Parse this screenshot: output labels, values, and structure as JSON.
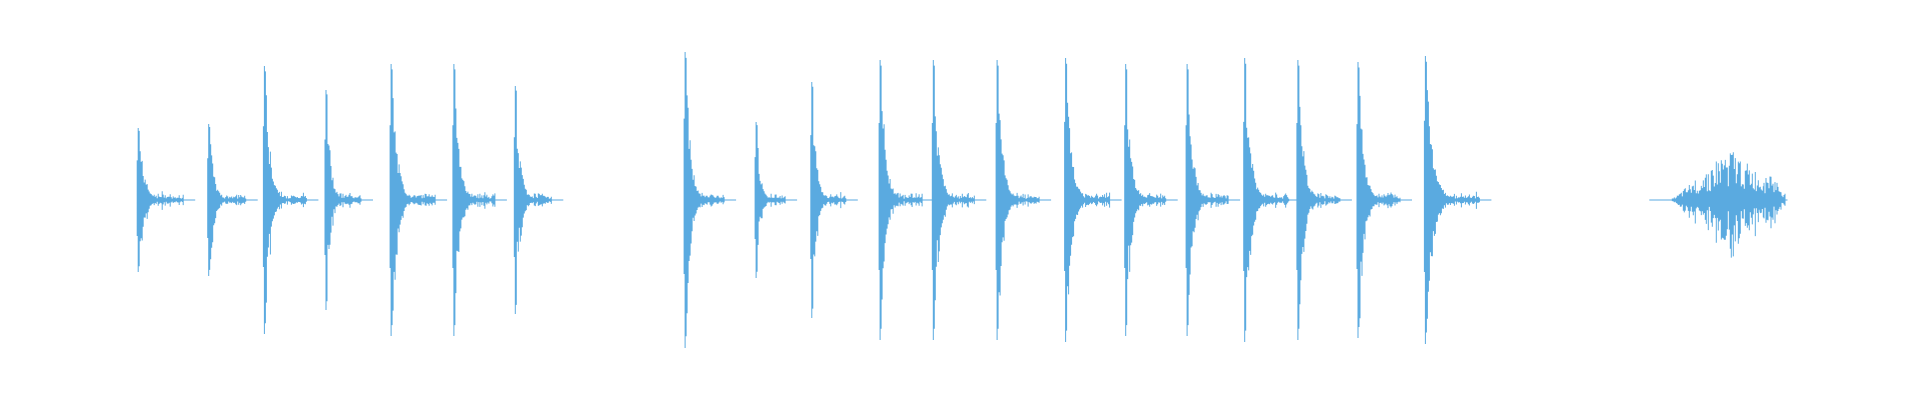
{
  "waveform": {
    "color": "#5aaae0",
    "baseline": 0.5,
    "transients": [
      {
        "t": 0.072,
        "amp": 0.36,
        "tail": 0.0234,
        "kind": "click"
      },
      {
        "t": 0.1087,
        "amp": 0.38,
        "tail": 0.0195,
        "kind": "click"
      },
      {
        "t": 0.1377,
        "amp": 0.67,
        "tail": 0.0221,
        "kind": "click"
      },
      {
        "t": 0.1698,
        "amp": 0.55,
        "tail": 0.0182,
        "kind": "click"
      },
      {
        "t": 0.2037,
        "amp": 0.68,
        "tail": 0.0228,
        "kind": "click"
      },
      {
        "t": 0.2364,
        "amp": 0.68,
        "tail": 0.0215,
        "kind": "click"
      },
      {
        "t": 0.2684,
        "amp": 0.57,
        "tail": 0.0189,
        "kind": "click"
      },
      {
        "t": 0.3568,
        "amp": 0.74,
        "tail": 0.0202,
        "kind": "click"
      },
      {
        "t": 0.3938,
        "amp": 0.39,
        "tail": 0.015,
        "kind": "click"
      },
      {
        "t": 0.4228,
        "amp": 0.59,
        "tail": 0.0175,
        "kind": "click"
      },
      {
        "t": 0.4584,
        "amp": 0.7,
        "tail": 0.0221,
        "kind": "click"
      },
      {
        "t": 0.4861,
        "amp": 0.7,
        "tail": 0.0215,
        "kind": "click"
      },
      {
        "t": 0.5193,
        "amp": 0.7,
        "tail": 0.0221,
        "kind": "click"
      },
      {
        "t": 0.555,
        "amp": 0.71,
        "tail": 0.0228,
        "kind": "click"
      },
      {
        "t": 0.5863,
        "amp": 0.68,
        "tail": 0.0208,
        "kind": "click"
      },
      {
        "t": 0.6183,
        "amp": 0.68,
        "tail": 0.0215,
        "kind": "click"
      },
      {
        "t": 0.6483,
        "amp": 0.71,
        "tail": 0.0228,
        "kind": "click"
      },
      {
        "t": 0.676,
        "amp": 0.7,
        "tail": 0.0221,
        "kind": "click"
      },
      {
        "t": 0.7073,
        "amp": 0.69,
        "tail": 0.0221,
        "kind": "click"
      },
      {
        "t": 0.7424,
        "amp": 0.72,
        "tail": 0.028,
        "kind": "click"
      },
      {
        "t": 0.901,
        "amp": 0.22,
        "tail": 0.03,
        "kind": "burst"
      },
      {
        "t": 0.922,
        "amp": 0.12,
        "tail": 0.01,
        "kind": "burst"
      }
    ]
  }
}
